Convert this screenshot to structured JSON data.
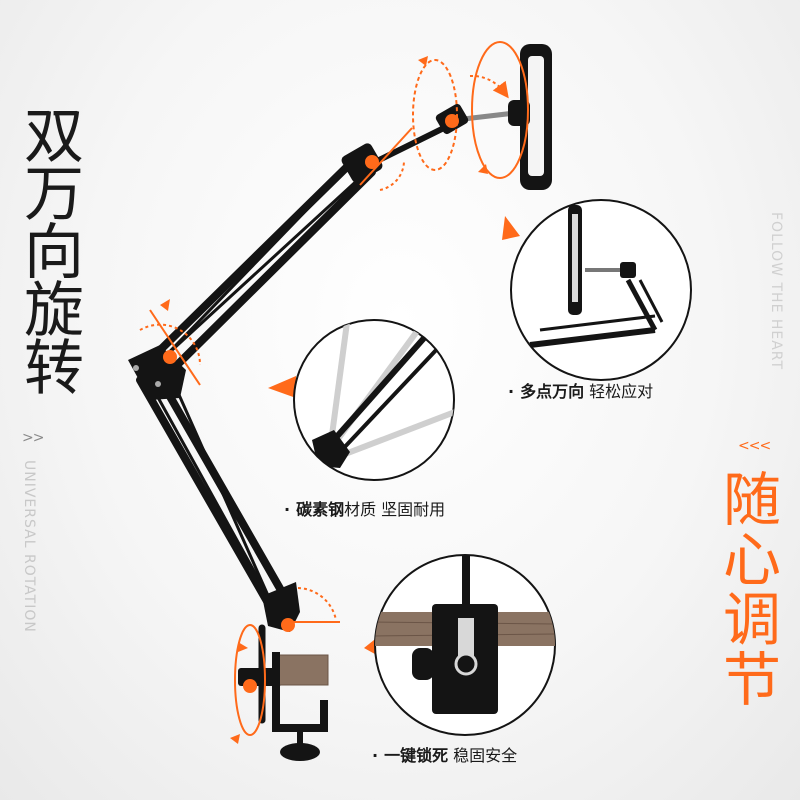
{
  "headline_left": [
    "双",
    "万",
    "向",
    "旋",
    "转"
  ],
  "headline_right": [
    "随",
    "心",
    "调",
    "节"
  ],
  "vertical_text_left": "UNIVERSAL ROTATION",
  "vertical_text_right": "FOLLOW THE HEART",
  "chevrons_left": ">>",
  "chevrons_right": "<<<",
  "features": [
    {
      "bullet": "·",
      "bold": "多点万向",
      "text": " 轻松应对"
    },
    {
      "bullet": "·",
      "bold": "碳素钢",
      "text": "材质 坚固耐用"
    },
    {
      "bullet": "·",
      "bold": "一键锁死",
      "text": " 稳固安全"
    }
  ],
  "colors": {
    "accent": "#ff6a1a",
    "arm": "#141414",
    "text": "#1a1a1a"
  }
}
